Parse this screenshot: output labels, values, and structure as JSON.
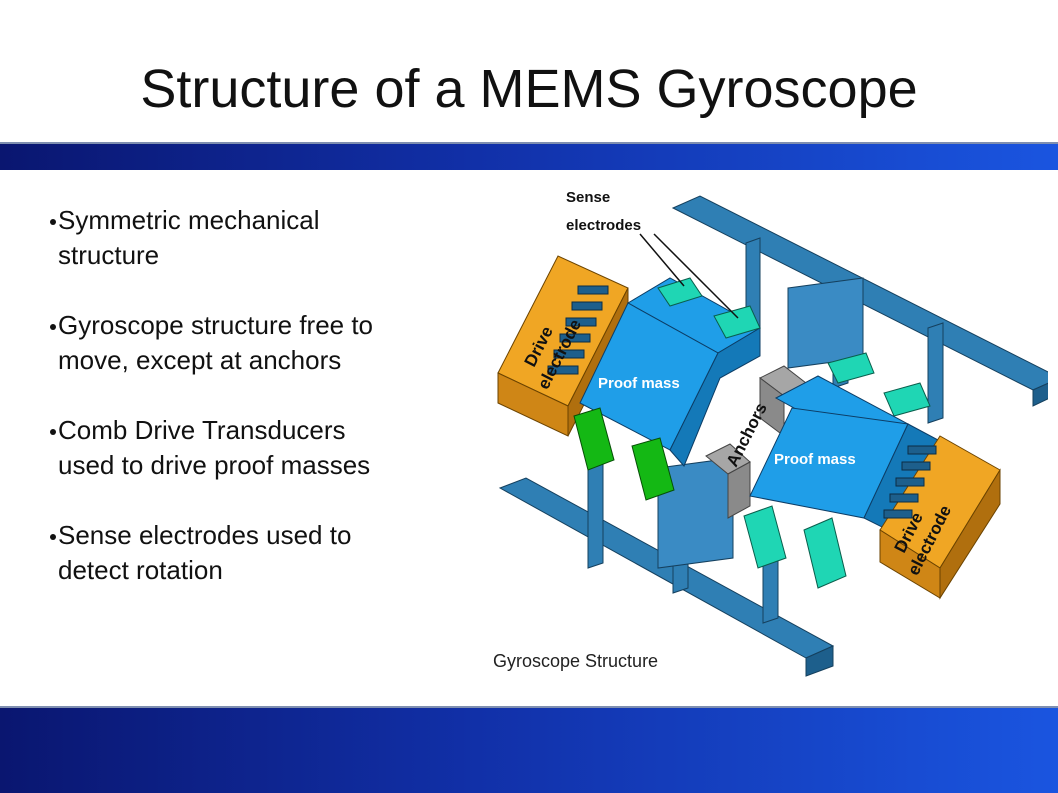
{
  "slide": {
    "title": "Structure of a MEMS Gyroscope",
    "bullets": [
      "Symmetric mechanical structure",
      "Gyroscope structure free to move, except at anchors",
      "Comb Drive Transducers used to drive proof masses",
      "Sense electrodes used to detect rotation"
    ]
  },
  "diagram": {
    "sense_label_line1": "Sense",
    "sense_label_line2": "electrodes",
    "drive_left_line1": "Drive",
    "drive_left_line2": "electrode",
    "drive_right_line1": "Drive",
    "drive_right_line2": "electrode",
    "proof_mass_left": "Proof mass",
    "proof_mass_right": "Proof mass",
    "anchors": "Anchors",
    "caption": "Gyroscope Structure"
  },
  "colors": {
    "band_dark": "#0a1670",
    "band_light": "#1a55e0",
    "frame_blue": "#2f7fb4",
    "proof_mass": "#1f9ee8",
    "drive_orange": "#e89a1e",
    "electrode_green": "#14b814",
    "electrode_teal": "#1fd6b4",
    "anchor_gray": "#a6a6a6"
  }
}
